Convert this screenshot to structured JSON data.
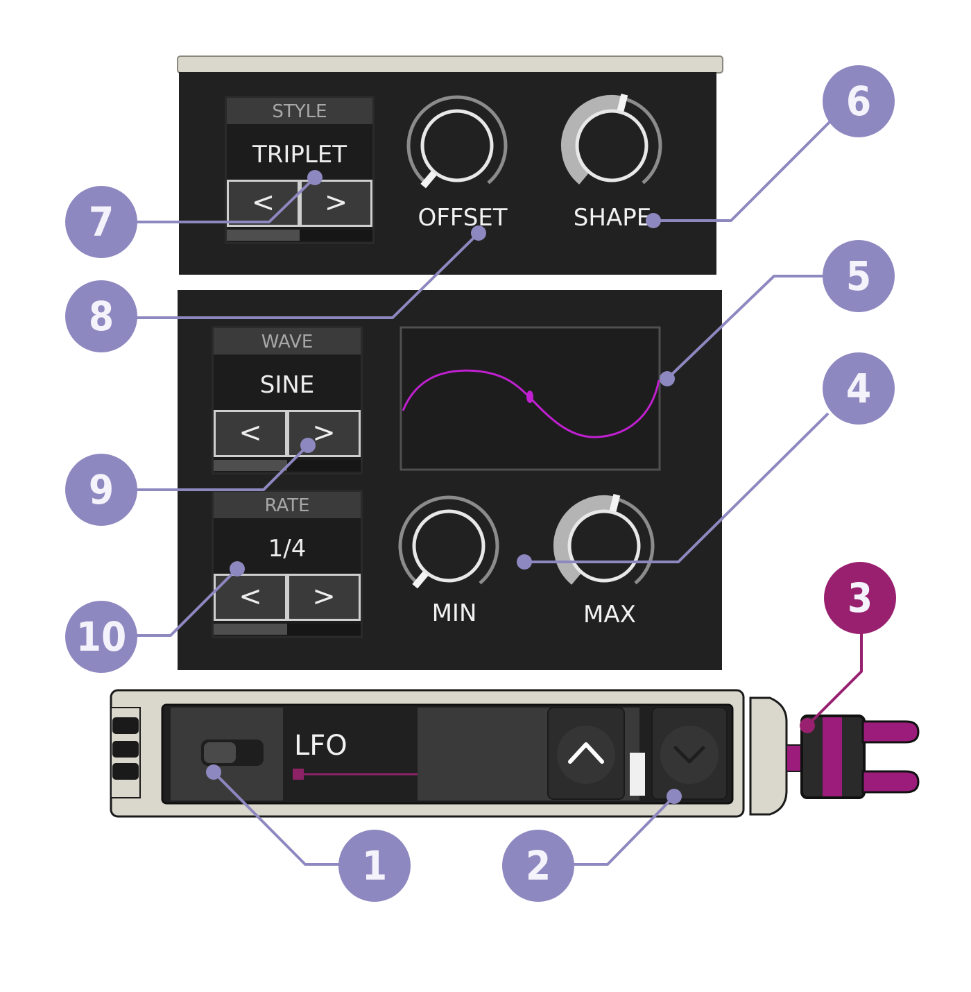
{
  "colors": {
    "panel": "#212121",
    "callout": "#8e88c0",
    "callout_accent": "#98206f",
    "wave": "#c020d0",
    "module_body": "#dad8cc",
    "cable": "#9c1c7c"
  },
  "top_panel": {
    "style_selector": {
      "header": "STYLE",
      "value": "TRIPLET",
      "prev": "<",
      "next": ">",
      "position": 0.5
    },
    "offset_knob": {
      "label": "OFFSET",
      "level": 0.0
    },
    "shape_knob": {
      "label": "SHAPE",
      "level": 0.55
    }
  },
  "mid_panel": {
    "wave_selector": {
      "header": "WAVE",
      "value": "SINE",
      "prev": "<",
      "next": ">",
      "position": 0.5
    },
    "rate_selector": {
      "header": "RATE",
      "value": "1/4",
      "prev": "<",
      "next": ">",
      "position": 0.5
    },
    "waveform_display": {
      "wave": "sine"
    },
    "min_knob": {
      "label": "MIN",
      "level": 0.0
    },
    "max_knob": {
      "label": "MAX",
      "level": 0.55
    }
  },
  "module_strip": {
    "name": "LFO",
    "toggle_icon": "toggle-switch-icon",
    "up_icon": "chevron-up-icon",
    "down_icon": "chevron-down-icon",
    "connector_icon": "cable-plug-icon"
  },
  "callouts": [
    "1",
    "2",
    "3",
    "4",
    "5",
    "6",
    "7",
    "8",
    "9",
    "10"
  ]
}
